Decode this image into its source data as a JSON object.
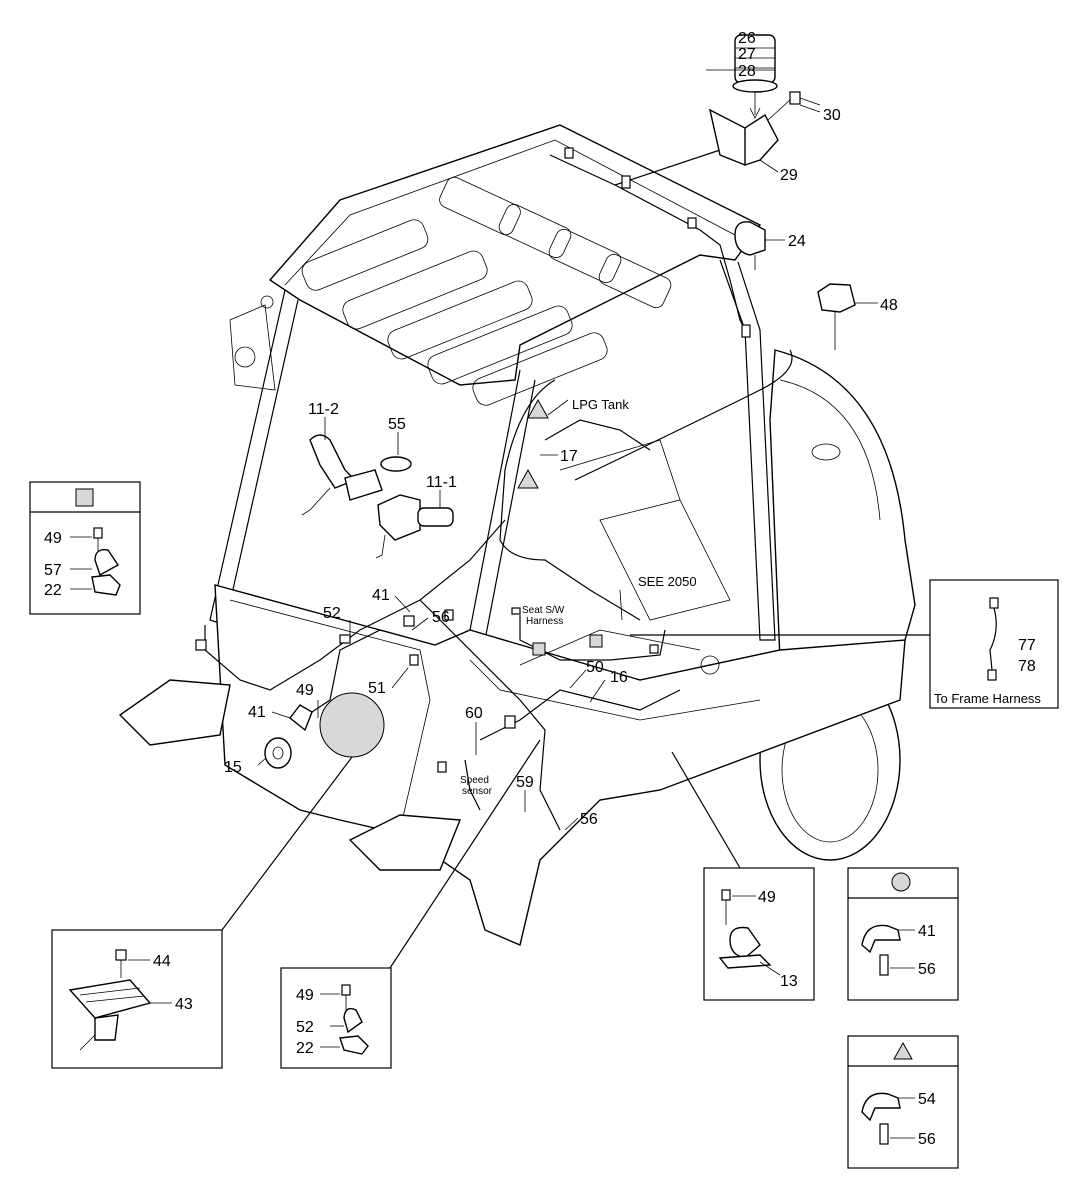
{
  "callouts": {
    "c26": "26",
    "c27": "27",
    "c28": "28",
    "c29": "29",
    "c30": "30",
    "c24": "24",
    "c48": "48",
    "c11_2": "11-2",
    "c11_1": "11-1",
    "c55": "55",
    "c17": "17",
    "c41a": "41",
    "c52a": "52",
    "c56a": "56",
    "c51": "51",
    "c49a": "49",
    "c41b": "41",
    "c15": "15",
    "c60": "60",
    "c50": "50",
    "c16": "16",
    "c59": "59",
    "c56b": "56",
    "c77": "77",
    "c78": "78"
  },
  "labels": {
    "lpg_tank": "LPG Tank",
    "see_2050": "SEE 2050",
    "seat_sw_1": "Seat S/W",
    "seat_sw_2": "Harness",
    "speed_1": "Speed",
    "speed_2": "sensor",
    "to_frame": "To Frame Harness"
  },
  "detail_square": {
    "n49": "49",
    "n57": "57",
    "n22": "22"
  },
  "detail_pedal": {
    "n44": "44",
    "n43": "43"
  },
  "detail_clamp": {
    "n49": "49",
    "n52": "52",
    "n22": "22"
  },
  "detail_buzzer": {
    "n49": "49",
    "n13": "13"
  },
  "detail_circle": {
    "n41": "41",
    "n56": "56"
  },
  "detail_triangle": {
    "n54": "54",
    "n56": "56"
  },
  "colors": {
    "line": "#000000",
    "marker_fill": "#c8c8c8"
  }
}
